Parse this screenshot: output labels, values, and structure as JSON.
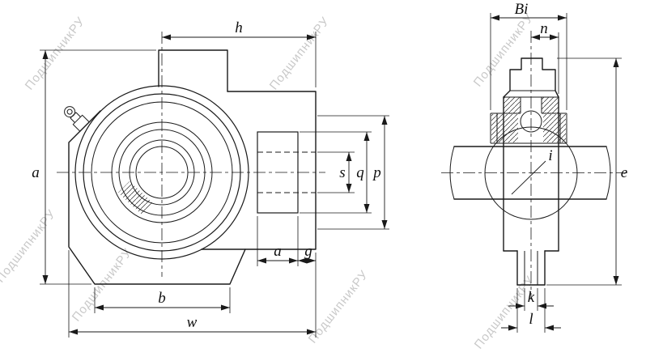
{
  "watermark": {
    "text": "ПодшипникРУ",
    "color": "#c9c9c9"
  },
  "front_view": {
    "dims": {
      "h": "h",
      "a_left": "a",
      "s": "s",
      "q": "q",
      "p": "p",
      "a_slot": "a",
      "g": "g",
      "b": "b",
      "w": "w"
    }
  },
  "side_view": {
    "dims": {
      "bi": "Bi",
      "n": "n",
      "i": "i",
      "e": "e",
      "k": "k",
      "l": "l"
    }
  },
  "colors": {
    "line": "#1a1a1a",
    "background": "#ffffff"
  }
}
